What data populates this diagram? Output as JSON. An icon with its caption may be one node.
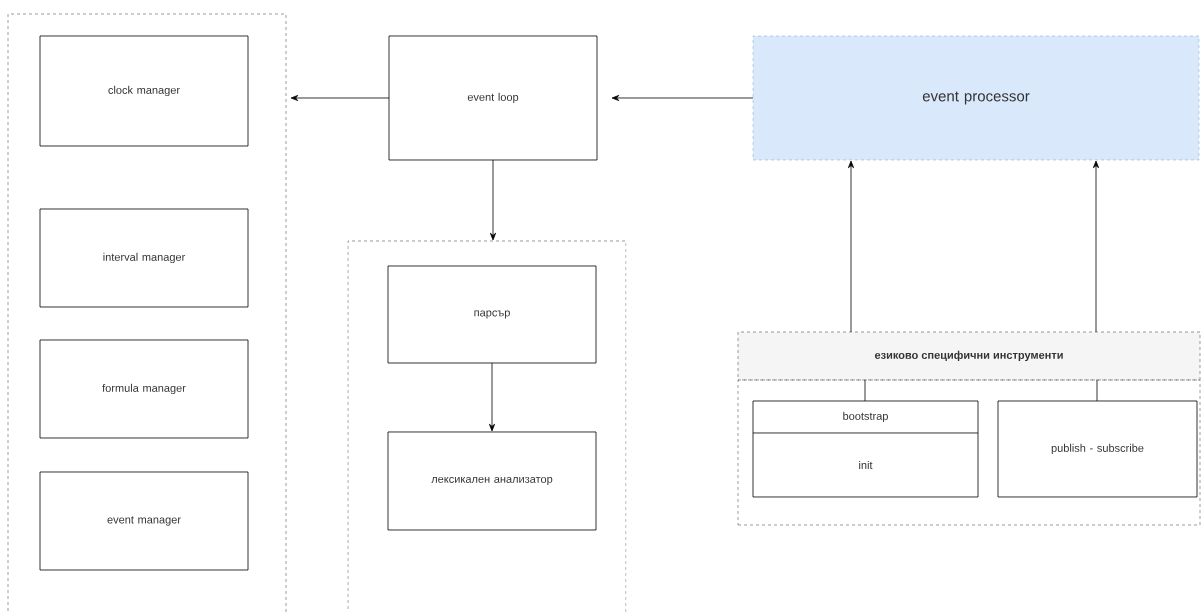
{
  "diagram": {
    "nodes": [
      {
        "text": [],
        "shape": "box"
      },
      {
        "text": [
          "clock manager"
        ],
        "in": 0
      },
      {
        "text": [
          "interval manager"
        ],
        "in": 0
      },
      {
        "text": [
          "formula manager"
        ],
        "in": 0
      },
      {
        "text": [
          "event manager"
        ],
        "in": 0
      },
      {
        "text": [
          "event loop"
        ]
      },
      {
        "text": [],
        "shape": "box"
      },
      {
        "text": [
          "парсър"
        ],
        "in": 6
      },
      {
        "text": [
          "лексикален анализатор"
        ],
        "in": 6
      },
      {
        "text": [
          "event processor"
        ]
      },
      {
        "text": [
          "езиково специфични инструменти"
        ]
      },
      {
        "text": [],
        "shape": "box"
      },
      {
        "text": [
          "bootstrap",
          "init"
        ],
        "in": 11
      },
      {
        "text": [
          "publish - subscribe"
        ],
        "in": 11
      }
    ],
    "edges": [
      {
        "from": 5,
        "to": 0,
        "arrow": "to"
      },
      {
        "from": 9,
        "to": 5,
        "arrow": "to"
      },
      {
        "from": 5,
        "to": 6,
        "arrow": "to"
      },
      {
        "from": 7,
        "to": 8,
        "arrow": "to"
      },
      {
        "from": 10,
        "to": 9,
        "arrow": "to"
      },
      {
        "from": 10,
        "to": 9,
        "arrow": "to"
      },
      {
        "from": 12,
        "to": 10,
        "arrow": "none"
      },
      {
        "from": 13,
        "to": 10,
        "arrow": "none"
      }
    ]
  }
}
